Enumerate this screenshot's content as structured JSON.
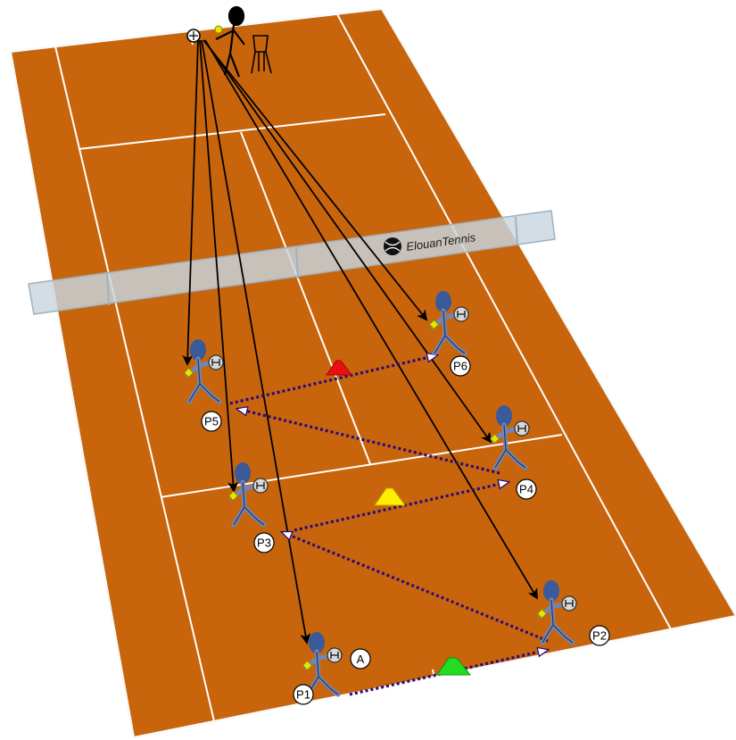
{
  "brand": {
    "text": "ElouanTennis",
    "logo_icon": "tennis-ball-logo-icon"
  },
  "colors": {
    "court": "#c8650c",
    "lines": "#ffffff",
    "net": "#c8d6df",
    "ball_path": "#2a0a7a",
    "feed_arrow": "#000000",
    "player": "#3a5a9a",
    "ball": "#e6e600"
  },
  "coach": {
    "icon": "coach-with-ball-basket-icon"
  },
  "cones": [
    {
      "id": "red",
      "color": "#e81010"
    },
    {
      "id": "yellow",
      "color": "#ffee00"
    },
    {
      "id": "green",
      "color": "#22dd22"
    }
  ],
  "players": [
    {
      "id": "P1",
      "label": "P1",
      "extra_label": "A"
    },
    {
      "id": "P2",
      "label": "P2"
    },
    {
      "id": "P3",
      "label": "P3"
    },
    {
      "id": "P4",
      "label": "P4"
    },
    {
      "id": "P5",
      "label": "P5"
    },
    {
      "id": "P6",
      "label": "P6"
    }
  ]
}
